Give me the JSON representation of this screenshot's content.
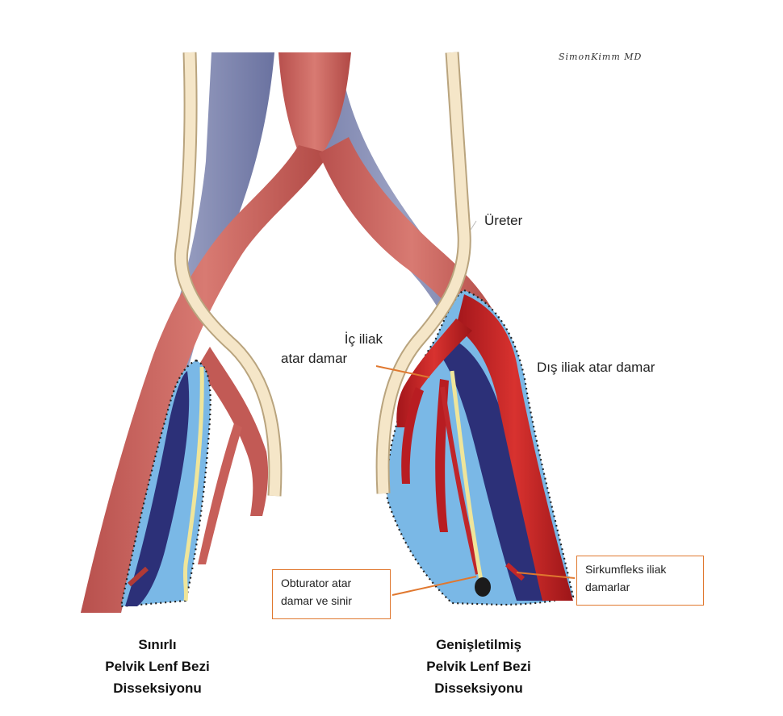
{
  "labels": {
    "ureter": "Üreter",
    "internal_iliac_line1": "İç iliak",
    "internal_iliac_line2": "atar damar",
    "external_iliac": "Dış iliak atar damar",
    "obturator_line1": "Obturator atar",
    "obturator_line2": "damar ve sinir",
    "circumflex_line1": "Sirkumfleks iliak",
    "circumflex_line2": "damarlar"
  },
  "captions": {
    "limited": [
      "Sınırlı",
      "Pelvik Lenf Bezi",
      "Disseksiyonu"
    ],
    "extended": [
      "Genişletilmiş",
      "Pelvik Lenf Bezi",
      "Disseksiyonu"
    ]
  },
  "signature": "SimonKimm MD",
  "colors": {
    "artery": "#c9625d",
    "artery_dark": "#b03a36",
    "artery_bright": "#c11f23",
    "vein": "#7f86ad",
    "vein_dark": "#2b2f7a",
    "ureter_fill": "#f5e6c8",
    "ureter_edge": "#b9a47e",
    "dissection_fill": "#7ab8e6",
    "nerve": "#efe59a",
    "leader": "#e0782f"
  }
}
